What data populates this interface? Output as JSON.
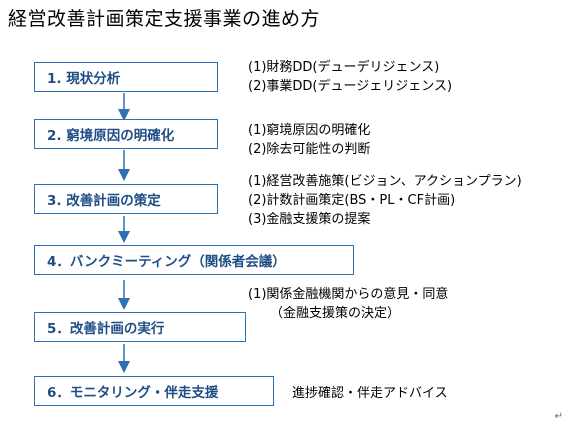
{
  "title": "経営改善計画策定支援事業の進め方",
  "steps": [
    {
      "label": "1. 現状分析",
      "notes": [
        "(1)財務DD(デューデリジェンス)",
        "(2)事業DD(デュージェリジェンス)"
      ]
    },
    {
      "label": "2. 窮境原因の明確化",
      "notes": [
        "(1)窮境原因の明確化",
        "(2)除去可能性の判断"
      ]
    },
    {
      "label": "3. 改善計画の策定",
      "notes": [
        "(1)経営改善施策(ビジョン、アクションプラン)",
        "(2)計数計画策定(BS・PL・CF計画)",
        "(3)金融支援策の提案"
      ]
    },
    {
      "label": "4．バンクミーティング（関係者会議）",
      "notes": [
        "(1)関係金融機関からの意見・同意",
        "（金融支援策の決定）"
      ]
    },
    {
      "label": "5．改善計画の実行",
      "notes": []
    },
    {
      "label": "6．モニタリング・伴走支援",
      "notes": [
        "進捗確認・伴走アドバイス"
      ]
    }
  ],
  "colors": {
    "box_border": "#2f6fb4",
    "box_text": "#1f4e86",
    "arrow": "#2f6fb4"
  },
  "corner_mark": "↵"
}
